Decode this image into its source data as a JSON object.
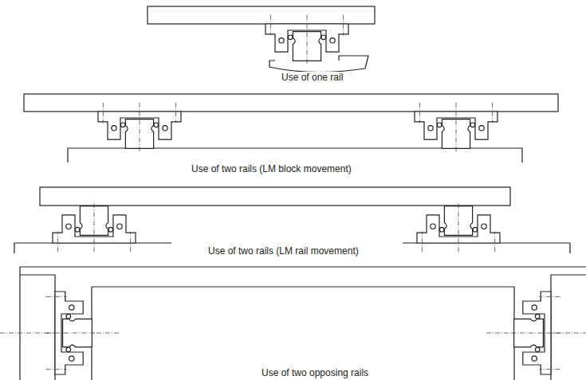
{
  "diagram": {
    "labels": [
      "Use of one rail",
      "Use of two rails (LM block movement)",
      "Use of two rails (LM rail movement)",
      "Use of two opposing rails"
    ]
  }
}
